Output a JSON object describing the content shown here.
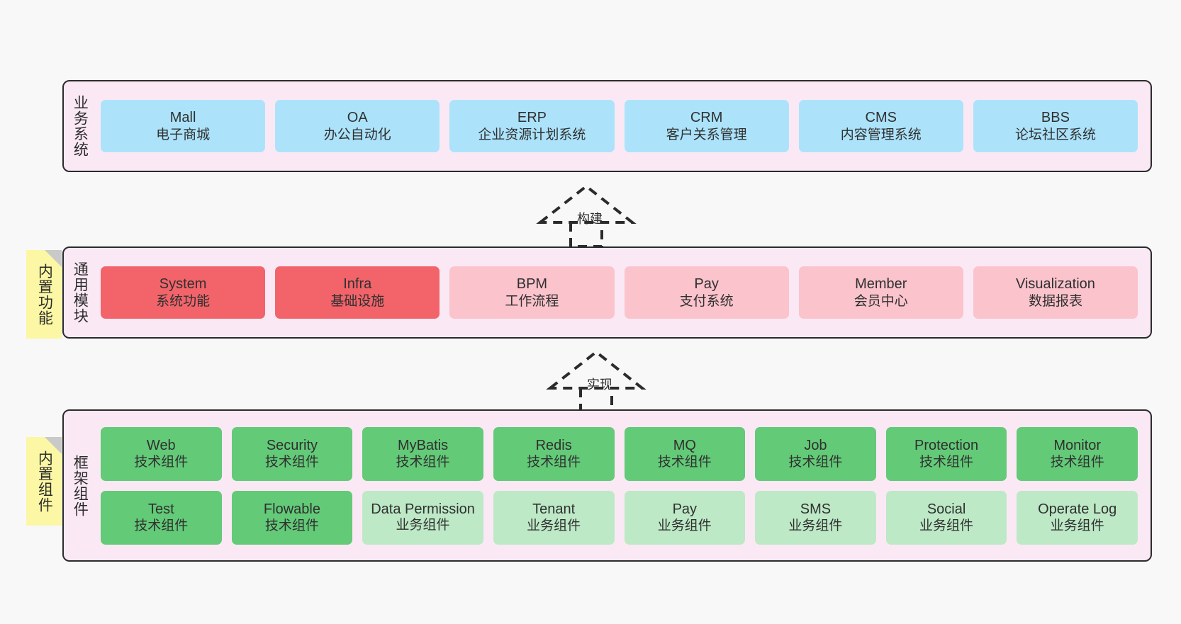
{
  "diagram": {
    "background": "#f8f8f8",
    "panel_bg": "#fae9f4",
    "panel_border": "#2b2b2b",
    "note_bg": "#fbf7a4",
    "note_fold": "#c9c9c9"
  },
  "layers": [
    {
      "id": "business-system",
      "title": "业务系统",
      "note": null,
      "rows": [
        {
          "color": "#ace3fb",
          "boxes": [
            {
              "title": "Mall",
              "sub": "电子商城"
            },
            {
              "title": "OA",
              "sub": "办公自动化"
            },
            {
              "title": "ERP",
              "sub": "企业资源计划系统"
            },
            {
              "title": "CRM",
              "sub": "客户关系管理"
            },
            {
              "title": "CMS",
              "sub": "内容管理系统"
            },
            {
              "title": "BBS",
              "sub": "论坛社区系统"
            }
          ]
        }
      ]
    },
    {
      "id": "common-module",
      "title": "通用模块",
      "note": "内置功能",
      "rows": [
        {
          "boxes": [
            {
              "title": "System",
              "sub": "系统功能",
              "color": "#f2646a"
            },
            {
              "title": "Infra",
              "sub": "基础设施",
              "color": "#f2646a"
            },
            {
              "title": "BPM",
              "sub": "工作流程",
              "color": "#fbc3cc"
            },
            {
              "title": "Pay",
              "sub": "支付系统",
              "color": "#fbc3cc"
            },
            {
              "title": "Member",
              "sub": "会员中心",
              "color": "#fbc3cc"
            },
            {
              "title": "Visualization",
              "sub": "数据报表",
              "color": "#fbc3cc"
            }
          ]
        }
      ]
    },
    {
      "id": "framework-component",
      "title": "框架组件",
      "note": "内置组件",
      "rows": [
        {
          "boxes": [
            {
              "title": "Web",
              "sub": "技术组件",
              "color": "#63ca78"
            },
            {
              "title": "Security",
              "sub": "技术组件",
              "color": "#63ca78"
            },
            {
              "title": "MyBatis",
              "sub": "技术组件",
              "color": "#63ca78"
            },
            {
              "title": "Redis",
              "sub": "技术组件",
              "color": "#63ca78"
            },
            {
              "title": "MQ",
              "sub": "技术组件",
              "color": "#63ca78"
            },
            {
              "title": "Job",
              "sub": "技术组件",
              "color": "#63ca78"
            },
            {
              "title": "Protection",
              "sub": "技术组件",
              "color": "#63ca78"
            },
            {
              "title": "Monitor",
              "sub": "技术组件",
              "color": "#63ca78"
            }
          ]
        },
        {
          "boxes": [
            {
              "title": "Test",
              "sub": "技术组件",
              "color": "#63ca78"
            },
            {
              "title": "Flowable",
              "sub": "技术组件",
              "color": "#63ca78"
            },
            {
              "title": "Data Permission",
              "sub": "业务组件",
              "color": "#bde9c6"
            },
            {
              "title": "Tenant",
              "sub": "业务组件",
              "color": "#bde9c6"
            },
            {
              "title": "Pay",
              "sub": "业务组件",
              "color": "#bde9c6"
            },
            {
              "title": "SMS",
              "sub": "业务组件",
              "color": "#bde9c6"
            },
            {
              "title": "Social",
              "sub": "业务组件",
              "color": "#bde9c6"
            },
            {
              "title": "Operate Log",
              "sub": "业务组件",
              "color": "#bde9c6"
            }
          ]
        }
      ]
    }
  ],
  "connectors": [
    {
      "id": "build",
      "label": "构建",
      "from": "common-module",
      "to": "business-system"
    },
    {
      "id": "implement",
      "label": "实现",
      "from": "framework-component",
      "to": "common-module"
    }
  ]
}
